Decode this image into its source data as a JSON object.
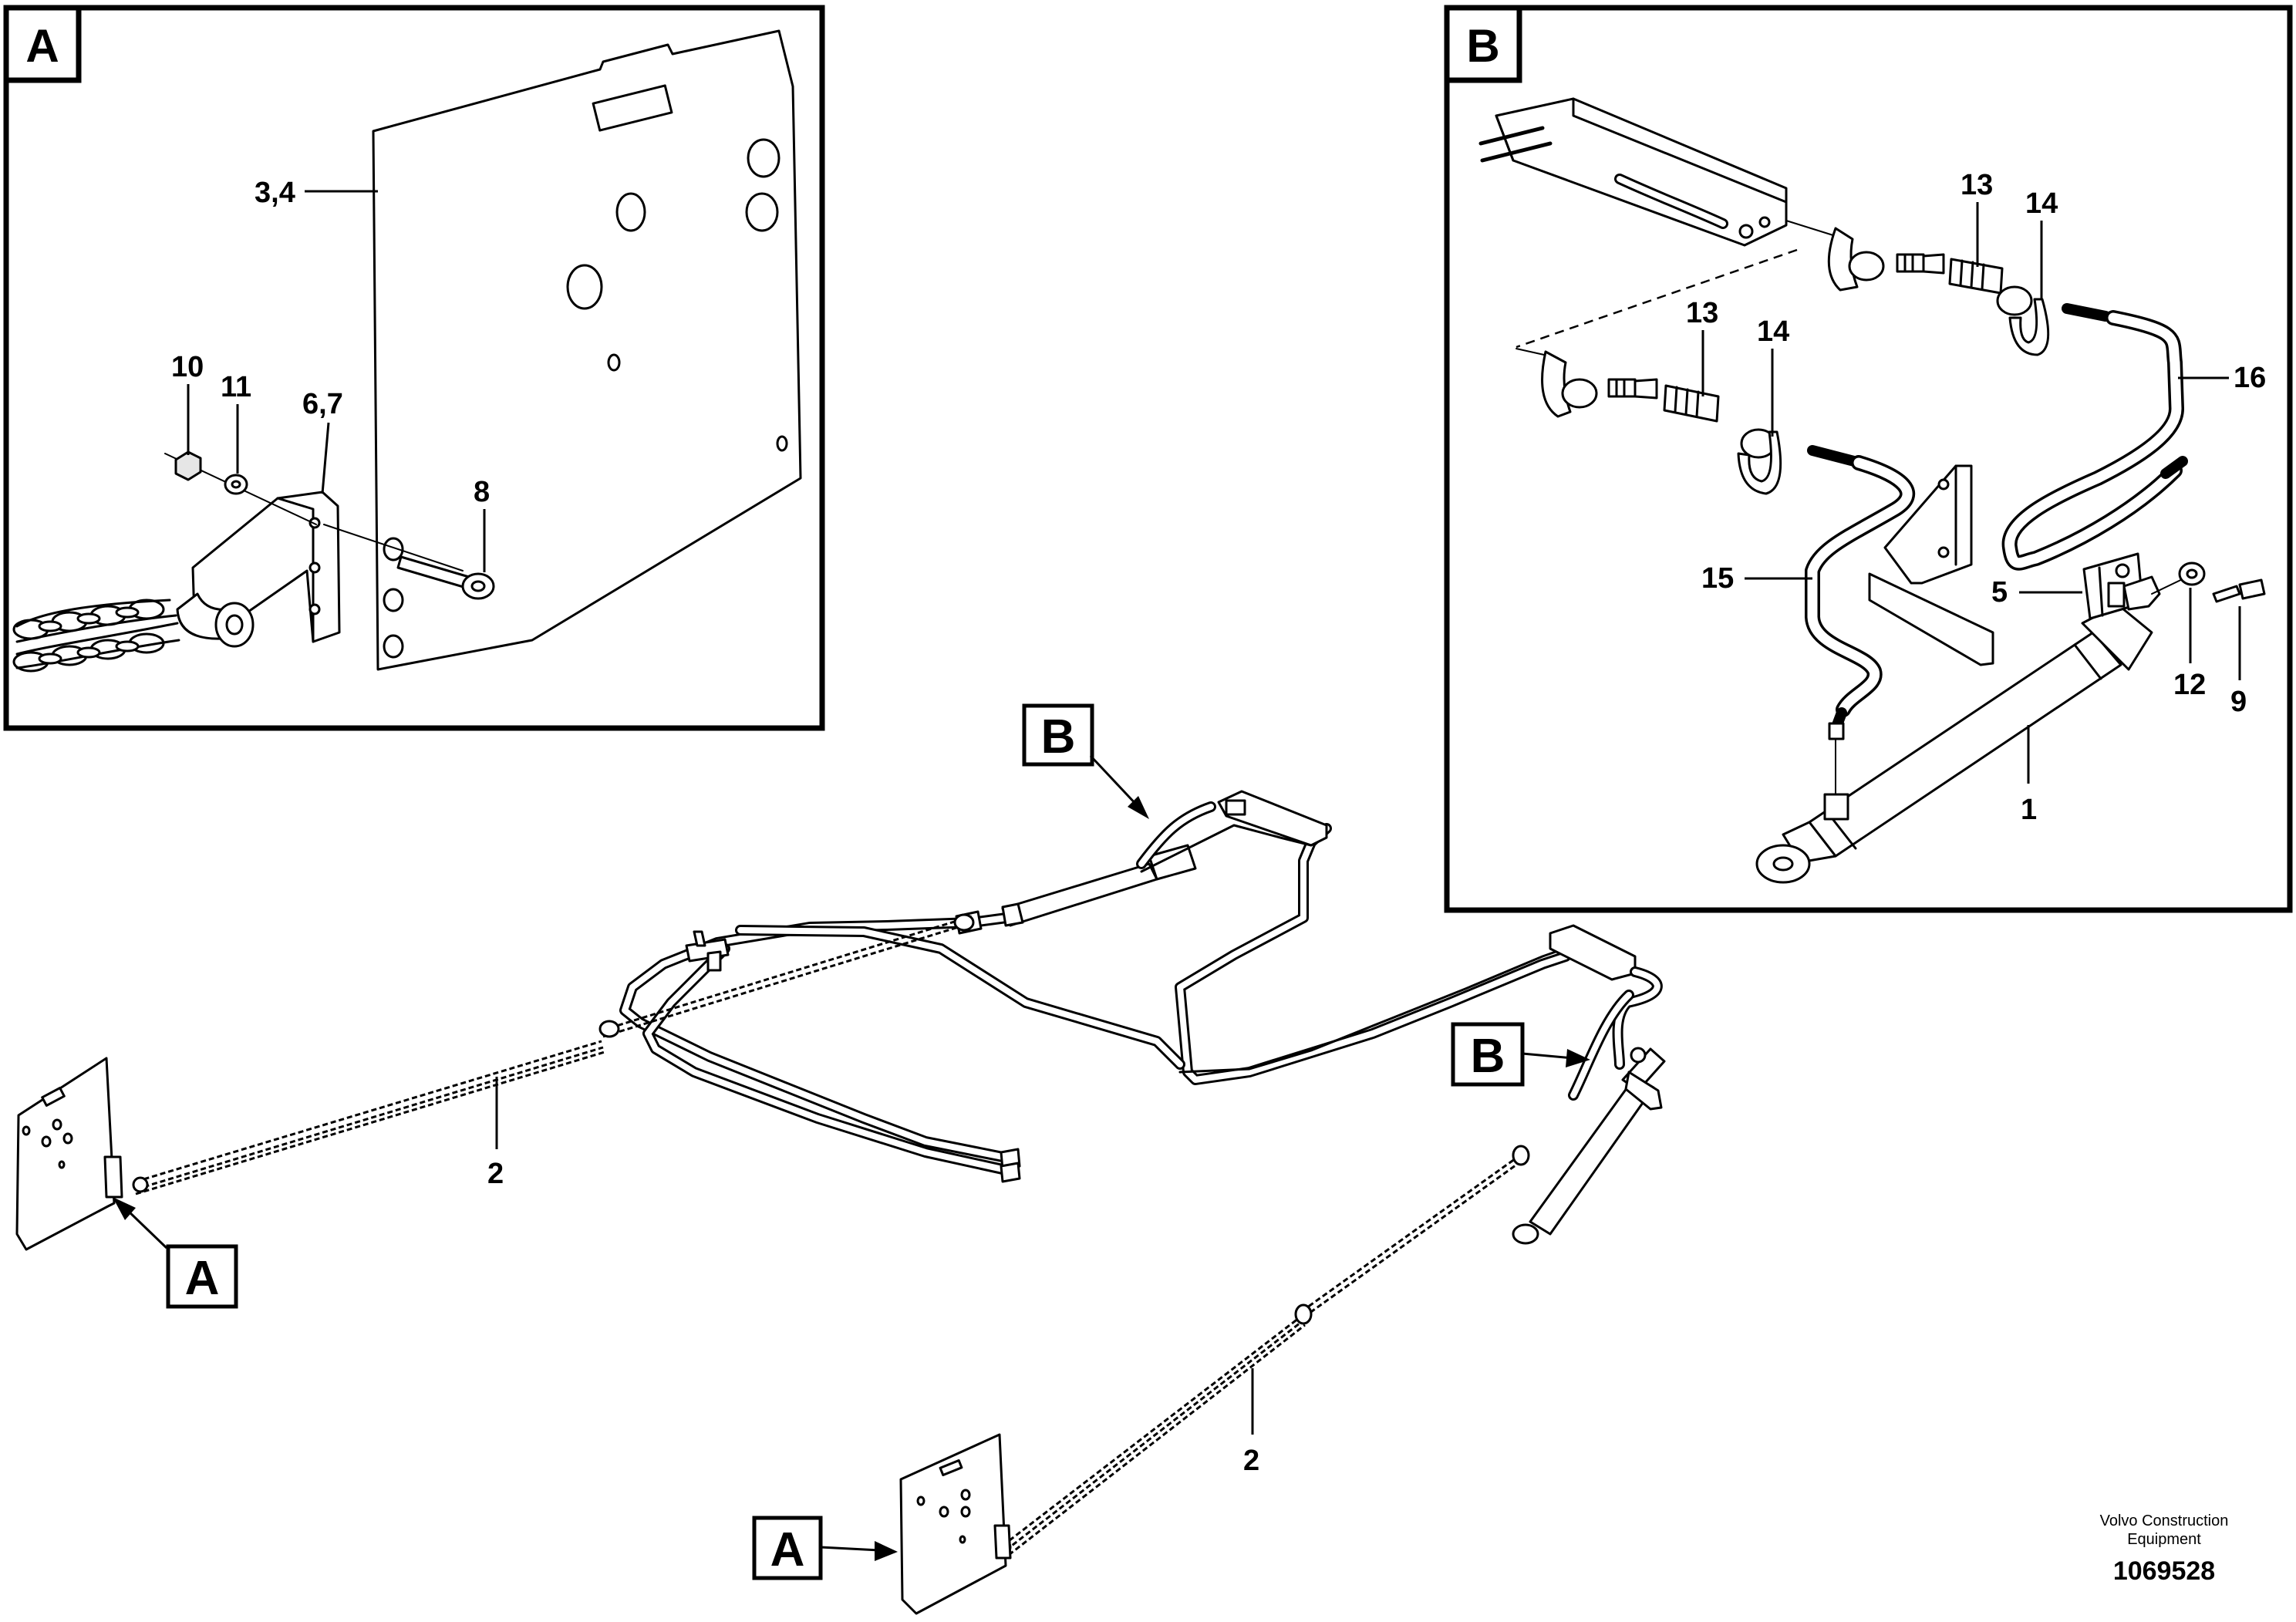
{
  "detail_a": {
    "letter": "A",
    "labels": [
      "3,4",
      "10",
      "11",
      "6,7",
      "8"
    ]
  },
  "detail_b": {
    "letter": "B",
    "labels": [
      "13",
      "14",
      "13",
      "14",
      "16",
      "15",
      "5",
      "12",
      "9",
      "1"
    ]
  },
  "overview": {
    "callouts": [
      "B",
      "B",
      "A",
      "A"
    ],
    "labels": [
      "2",
      "2"
    ]
  },
  "caption": {
    "company_line1": "Volvo Construction",
    "company_line2": "Equipment",
    "doc_number": "1069528"
  }
}
